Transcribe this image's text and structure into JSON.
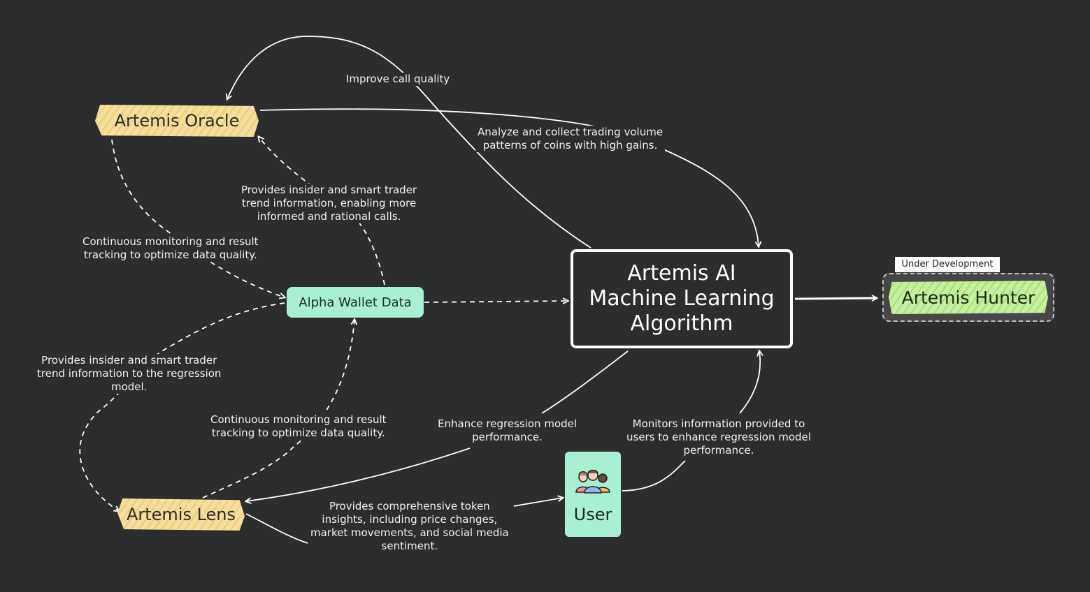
{
  "nodes": {
    "oracle": "Artemis Oracle",
    "lens": "Artemis Lens",
    "alpha": "Alpha Wallet Data",
    "ml": [
      "Artemis AI",
      "Machine Learning",
      "Algorithm"
    ],
    "hunter": "Artemis Hunter",
    "hunter_tag": "Under Development",
    "user": "User"
  },
  "icons": {
    "user_group": "users-icon"
  },
  "colors": {
    "background": "#2c2d2f",
    "node_yellow": "#f5df9c",
    "node_mint": "#a7f0d3",
    "node_green": "#c6f0a0",
    "edge": "#ffffff"
  },
  "edges": {
    "improve": "Improve call quality",
    "analyze": [
      "Analyze and collect trading volume",
      "patterns of coins with high gains."
    ],
    "provides_oracle": [
      "Provides insider and smart trader",
      "trend information, enabling more",
      "informed and rational calls."
    ],
    "monitor_oracle": [
      "Continuous monitoring and result",
      "tracking to optimize data quality."
    ],
    "provides_regression": [
      "Provides insider and smart trader",
      "trend information to the regression",
      "model."
    ],
    "monitor_lens": [
      "Continuous monitoring and result",
      "tracking to optimize data quality."
    ],
    "enhance": [
      "Enhance regression model",
      "performance."
    ],
    "monitors_users": [
      "Monitors information provided to",
      "users to enhance regression model",
      "performance."
    ],
    "comprehensive": [
      "Provides comprehensive token",
      "insights, including price changes,",
      "market movements, and social media",
      "sentiment."
    ]
  }
}
